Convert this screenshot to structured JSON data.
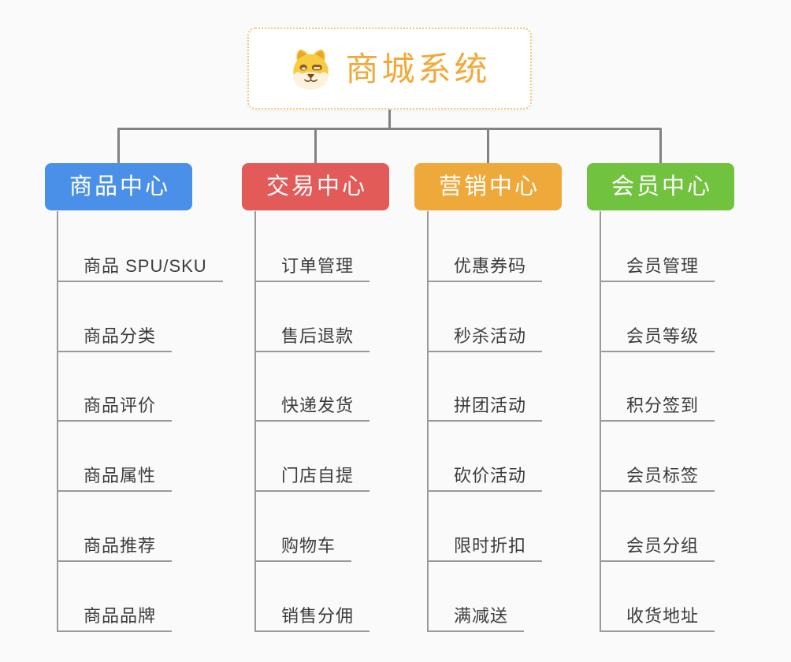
{
  "page": {
    "background": "#FAFAFA",
    "connector_color": "#828282",
    "rail_color": "#9A9A9A",
    "leaf_text_color": "#3B3B3B"
  },
  "root": {
    "title": "商城系统",
    "icon": "doge-face-icon",
    "title_color": "#F2A93B",
    "border_color": "#F4C878",
    "background": "#FFFFFF"
  },
  "branches": [
    {
      "label": "商品中心",
      "color": "#4B90E8",
      "children": [
        "商品 SPU/SKU",
        "商品分类",
        "商品评价",
        "商品属性",
        "商品推荐",
        "商品品牌"
      ]
    },
    {
      "label": "交易中心",
      "color": "#E35B59",
      "children": [
        "订单管理",
        "售后退款",
        "快递发货",
        "门店自提",
        "购物车",
        "销售分佣"
      ]
    },
    {
      "label": "营销中心",
      "color": "#EFA93A",
      "children": [
        "优惠券码",
        "秒杀活动",
        "拼团活动",
        "砍价活动",
        "限时折扣",
        "满减送"
      ]
    },
    {
      "label": "会员中心",
      "color": "#70C23F",
      "children": [
        "会员管理",
        "会员等级",
        "积分签到",
        "会员标签",
        "会员分组",
        "收货地址"
      ]
    }
  ]
}
